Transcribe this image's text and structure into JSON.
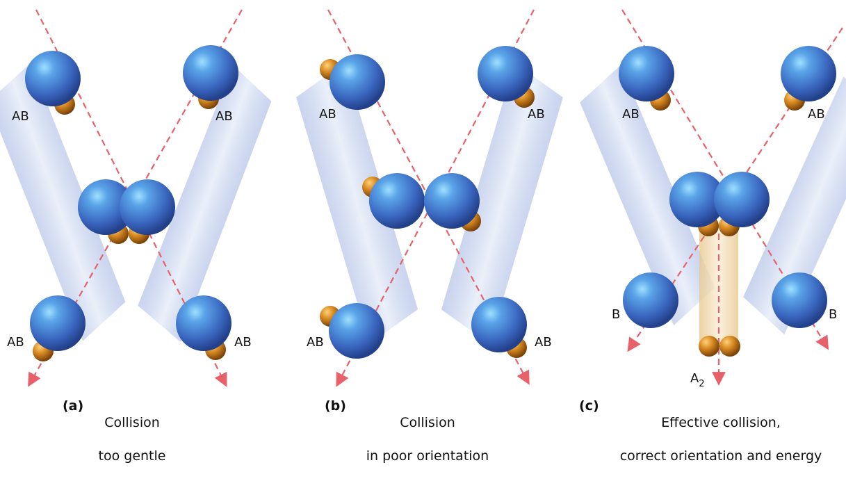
{
  "panels": [
    {
      "tag": "(a)",
      "caption_line1": "Collision",
      "caption_line2": "too gentle",
      "labels": [
        "AB",
        "AB",
        "AB",
        "AB"
      ]
    },
    {
      "tag": "(b)",
      "caption_line1": "Collision",
      "caption_line2": "in poor orientation",
      "labels": [
        "AB",
        "AB",
        "AB",
        "AB"
      ]
    },
    {
      "tag": "(c)",
      "caption_line1": "Effective collision,",
      "caption_line2": "correct orientation and energy",
      "labels": [
        "AB",
        "AB",
        "B",
        "B"
      ],
      "product_label": "A",
      "product_subscript": "2"
    }
  ],
  "colors": {
    "molecule_blue": "#3f6fc4",
    "atom_orange": "#c9791a",
    "trajectory": "#e8606a",
    "path_band": "#b8c6e8",
    "product_band": "#f3dcb4"
  }
}
